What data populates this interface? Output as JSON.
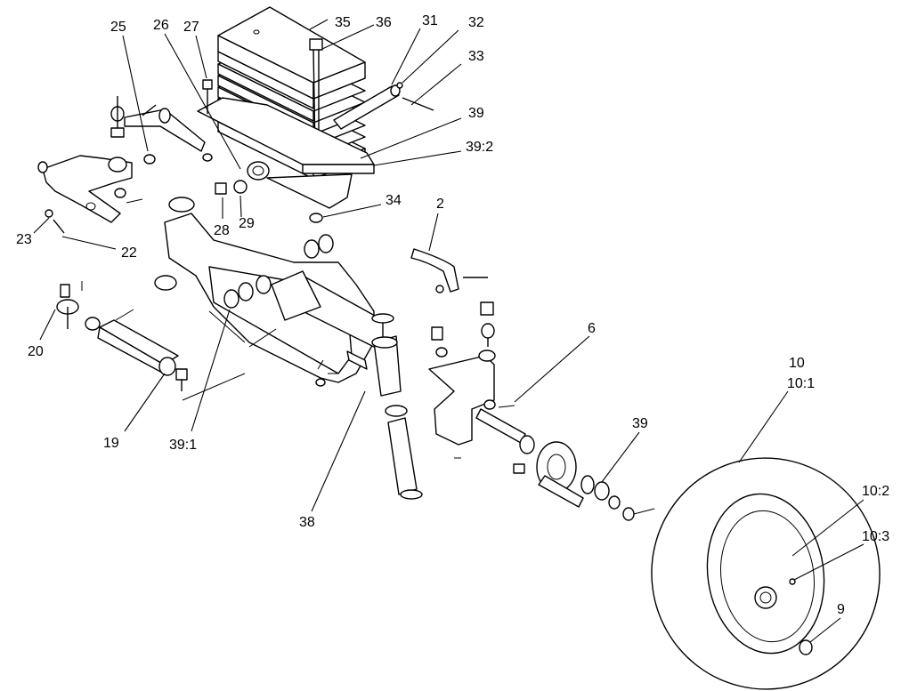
{
  "callouts": [
    {
      "id": "c-35",
      "text": "35"
    },
    {
      "id": "c-36",
      "text": "36"
    },
    {
      "id": "c-31",
      "text": "31"
    },
    {
      "id": "c-32",
      "text": "32"
    },
    {
      "id": "c-33",
      "text": "33"
    },
    {
      "id": "c-39-top",
      "text": "39"
    },
    {
      "id": "c-39-2",
      "text": "39:2"
    },
    {
      "id": "c-25",
      "text": "25"
    },
    {
      "id": "c-26",
      "text": "26"
    },
    {
      "id": "c-27",
      "text": "27"
    },
    {
      "id": "c-34",
      "text": "34"
    },
    {
      "id": "c-28",
      "text": "28"
    },
    {
      "id": "c-29",
      "text": "29"
    },
    {
      "id": "c-23",
      "text": "23"
    },
    {
      "id": "c-22",
      "text": "22"
    },
    {
      "id": "c-2",
      "text": "2"
    },
    {
      "id": "c-20",
      "text": "20"
    },
    {
      "id": "c-6",
      "text": "6"
    },
    {
      "id": "c-10",
      "text": "10"
    },
    {
      "id": "c-10-1",
      "text": "10:1"
    },
    {
      "id": "c-19",
      "text": "19"
    },
    {
      "id": "c-39-1",
      "text": "39:1"
    },
    {
      "id": "c-39-hub",
      "text": "39"
    },
    {
      "id": "c-10-2",
      "text": "10:2"
    },
    {
      "id": "c-10-3",
      "text": "10:3"
    },
    {
      "id": "c-38",
      "text": "38"
    },
    {
      "id": "c-9",
      "text": "9"
    }
  ]
}
